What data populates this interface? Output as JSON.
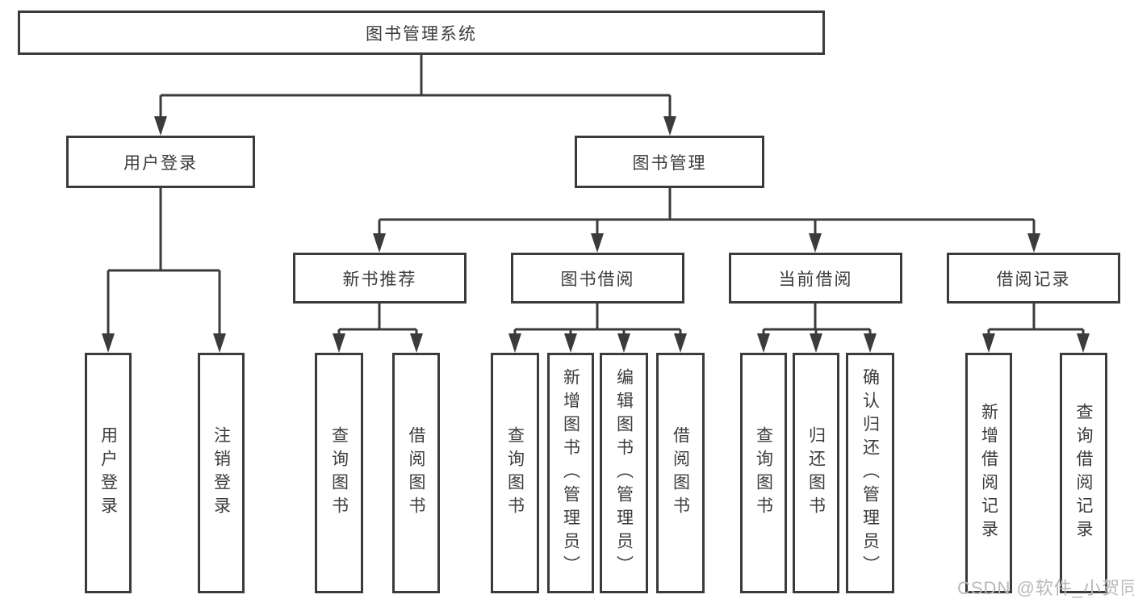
{
  "diagram": {
    "root": {
      "label": "图书管理系统"
    },
    "user_login": {
      "label": "用户登录",
      "children": [
        {
          "label": "用户登录"
        },
        {
          "label": "注销登录"
        }
      ]
    },
    "book_management": {
      "label": "图书管理",
      "sections": [
        {
          "label": "新书推荐",
          "children": [
            {
              "label": "查询图书"
            },
            {
              "label": "借阅图书"
            }
          ]
        },
        {
          "label": "图书借阅",
          "children": [
            {
              "label": "查询图书"
            },
            {
              "label": "新增图书（管理员）"
            },
            {
              "label": "编辑图书（管理员）"
            },
            {
              "label": "借阅图书"
            }
          ]
        },
        {
          "label": "当前借阅",
          "children": [
            {
              "label": "查询图书"
            },
            {
              "label": "归还图书"
            },
            {
              "label": "确认归还（管理员）"
            }
          ]
        },
        {
          "label": "借阅记录",
          "children": [
            {
              "label": "新增借阅记录"
            },
            {
              "label": "查询借阅记录"
            }
          ]
        }
      ]
    }
  },
  "watermark": {
    "text": "CSDN @软件_小贺同学"
  },
  "colors": {
    "line": "#3b3b3b",
    "text": "#3b3b3b",
    "box_background": "#ffffff",
    "watermark": "#b9b9b9",
    "background": "#ffffff"
  }
}
